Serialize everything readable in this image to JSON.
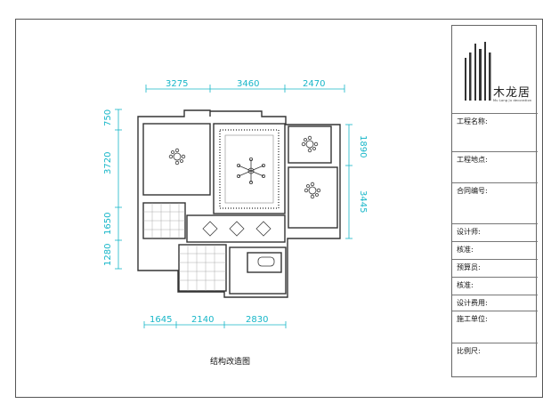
{
  "brand": {
    "name": "木龙居",
    "subtitle": "Mu Long Ju decoration"
  },
  "title_block": {
    "rows": [
      "工程名称:",
      "工程地点:",
      "合同编号:",
      "设计师:",
      "核准:",
      "预算员:",
      "核准:",
      "设计费用:",
      "施工单位:",
      "比例尺:"
    ]
  },
  "dimensions": {
    "top": [
      "3275",
      "3460",
      "2470"
    ],
    "bottom": [
      "1645",
      "2140",
      "2830"
    ],
    "left": [
      "750",
      "3720",
      "1650",
      "1280"
    ],
    "right": [
      "1890",
      "3445"
    ]
  },
  "caption": "结构改造图",
  "colors": {
    "dimension": "#16b6c8",
    "wall": "#333333",
    "sheet_border": "#555555"
  }
}
